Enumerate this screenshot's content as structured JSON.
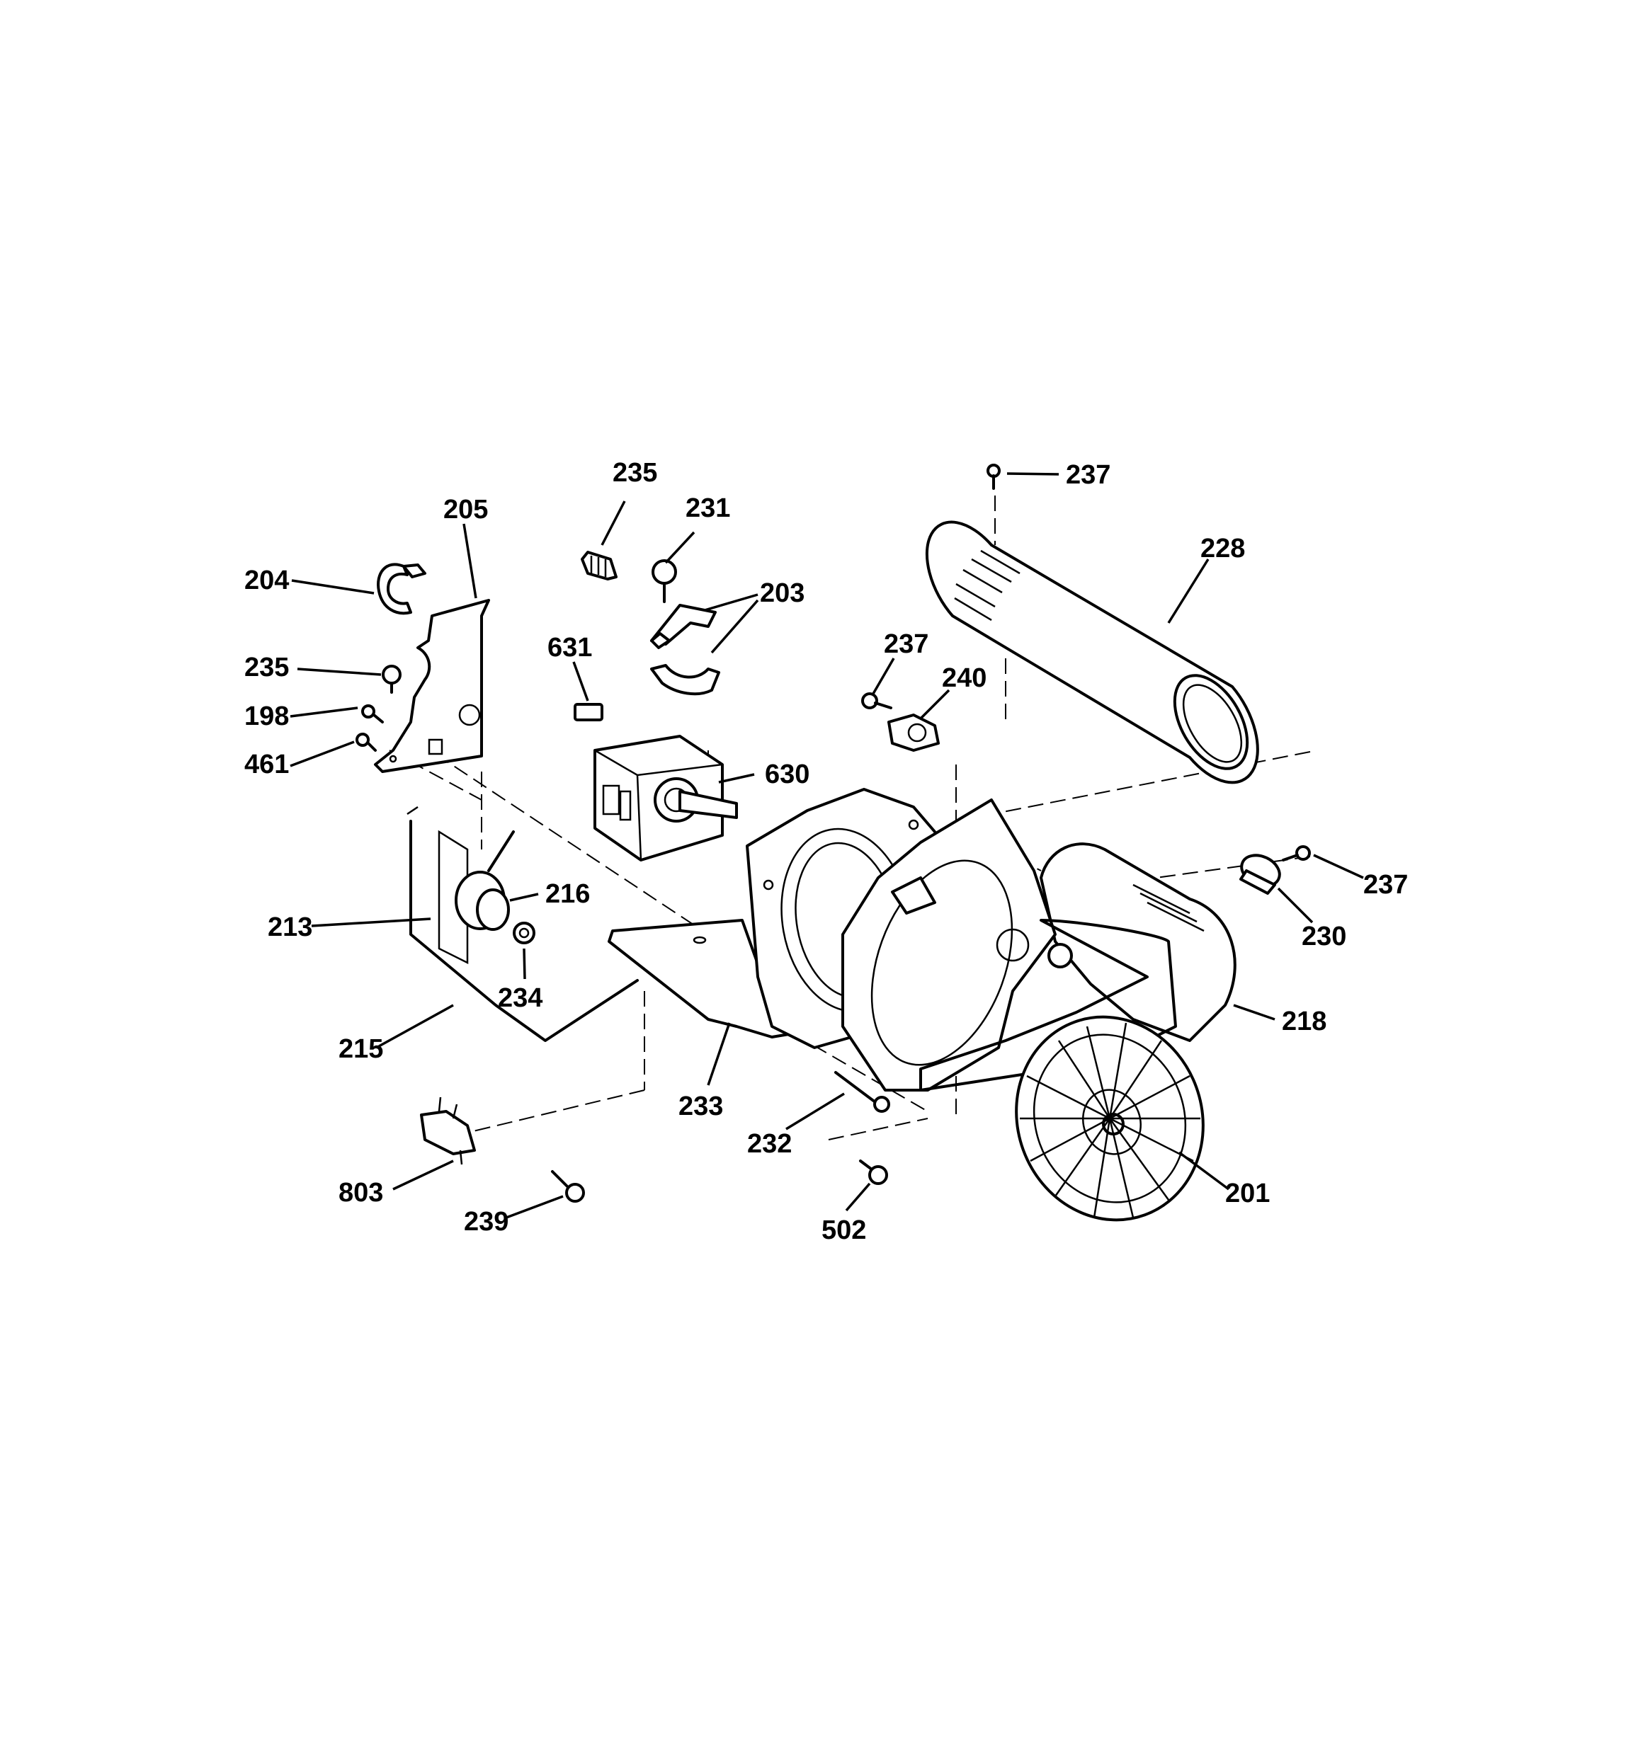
{
  "diagram": {
    "type": "exploded-parts-diagram",
    "parts": [
      {
        "id": "p237a",
        "label": "237",
        "icon": "screw-icon"
      },
      {
        "id": "p235a",
        "label": "235",
        "icon": "screw-icon"
      },
      {
        "id": "p231",
        "label": "231",
        "icon": "screw-icon"
      },
      {
        "id": "p205",
        "label": "205",
        "icon": "bracket-icon"
      },
      {
        "id": "p228",
        "label": "228",
        "icon": "exhaust-duct-icon"
      },
      {
        "id": "p204",
        "label": "204",
        "icon": "clip-icon"
      },
      {
        "id": "p203",
        "label": "203",
        "icon": "motor-strap-icon"
      },
      {
        "id": "p237b",
        "label": "237",
        "icon": "screw-icon"
      },
      {
        "id": "p631",
        "label": "631",
        "icon": "capacitor-icon"
      },
      {
        "id": "p240",
        "label": "240",
        "icon": "thermostat-icon"
      },
      {
        "id": "p235b",
        "label": "235",
        "icon": "screw-icon"
      },
      {
        "id": "p198",
        "label": "198",
        "icon": "screw-icon"
      },
      {
        "id": "p630",
        "label": "630",
        "icon": "motor-icon"
      },
      {
        "id": "p461",
        "label": "461",
        "icon": "screw-icon"
      },
      {
        "id": "p237c",
        "label": "237",
        "icon": "screw-icon"
      },
      {
        "id": "p216",
        "label": "216",
        "icon": "idler-pulley-icon"
      },
      {
        "id": "p213",
        "label": "213",
        "icon": "spring-icon"
      },
      {
        "id": "p230",
        "label": "230",
        "icon": "thermostat-icon"
      },
      {
        "id": "p234",
        "label": "234",
        "icon": "bushing-icon"
      },
      {
        "id": "p218",
        "label": "218",
        "icon": "blower-housing-icon"
      },
      {
        "id": "p215",
        "label": "215",
        "icon": "idler-arm-icon"
      },
      {
        "id": "p233",
        "label": "233",
        "icon": "motor-mount-icon"
      },
      {
        "id": "p232",
        "label": "232",
        "icon": "bolt-icon"
      },
      {
        "id": "p201",
        "label": "201",
        "icon": "blower-wheel-icon"
      },
      {
        "id": "p803",
        "label": "803",
        "icon": "switch-icon"
      },
      {
        "id": "p239",
        "label": "239",
        "icon": "screw-icon"
      },
      {
        "id": "p502",
        "label": "502",
        "icon": "screw-icon"
      }
    ]
  }
}
